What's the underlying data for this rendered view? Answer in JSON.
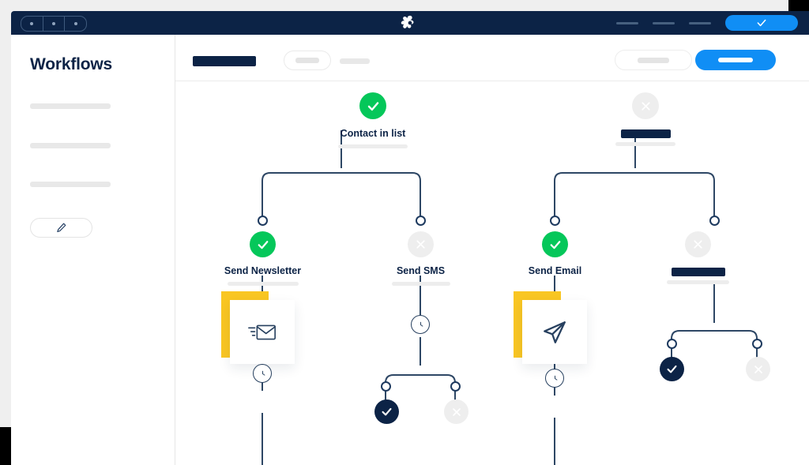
{
  "window": {
    "titlebar": {
      "dots": [
        "dot-1",
        "dot-2",
        "dot-3"
      ],
      "logo_name": "pinwheel-logo",
      "nav_placeholders": 3,
      "cta_icon": "check-icon"
    }
  },
  "sidebar": {
    "title": "Workflows",
    "nav_placeholders": 3,
    "edit_button_icon": "pencil-icon"
  },
  "toolbar": {
    "active_tab_placeholder": "tab-active",
    "pill_placeholder": "tab-pill",
    "bar_placeholder": "tab-bar",
    "ghost_button_placeholder": "secondary-action",
    "primary_button_placeholder": "primary-action"
  },
  "colors": {
    "navy": "#0c2346",
    "blue": "#108ef5",
    "green": "#05c75a",
    "grey": "#eeeeee",
    "yellow": "#f9c623",
    "line": "#2e4765"
  },
  "workflow": {
    "nodes": [
      {
        "id": "contact-in-list",
        "label": "Contact in list",
        "status": "green",
        "has_placeholder_label": false,
        "has_underline": true
      },
      {
        "id": "trigger-right",
        "label": "",
        "status": "grey",
        "has_placeholder_label": true,
        "has_underline": true
      },
      {
        "id": "send-newsletter",
        "label": "Send Newsletter",
        "status": "green",
        "has_placeholder_label": false,
        "has_underline": true
      },
      {
        "id": "send-sms",
        "label": "Send SMS",
        "status": "grey",
        "has_placeholder_label": false,
        "has_underline": true
      },
      {
        "id": "send-email",
        "label": "Send Email",
        "status": "green",
        "has_placeholder_label": false,
        "has_underline": false
      },
      {
        "id": "action-right",
        "label": "",
        "status": "grey",
        "has_placeholder_label": true,
        "has_underline": true
      }
    ],
    "cards": [
      {
        "id": "newsletter-card",
        "icon": "envelope-icon"
      },
      {
        "id": "email-card",
        "icon": "paper-plane-icon"
      }
    ],
    "delays": [
      {
        "id": "delay-newsletter",
        "icon": "clock-icon"
      },
      {
        "id": "delay-sms",
        "icon": "clock-icon"
      },
      {
        "id": "delay-email",
        "icon": "clock-icon"
      }
    ],
    "leaf_statuses": [
      {
        "id": "leaf-sms-yes",
        "status": "navy"
      },
      {
        "id": "leaf-sms-no",
        "status": "grey"
      },
      {
        "id": "leaf-right-yes",
        "status": "navy"
      },
      {
        "id": "leaf-right-no",
        "status": "grey"
      }
    ]
  }
}
